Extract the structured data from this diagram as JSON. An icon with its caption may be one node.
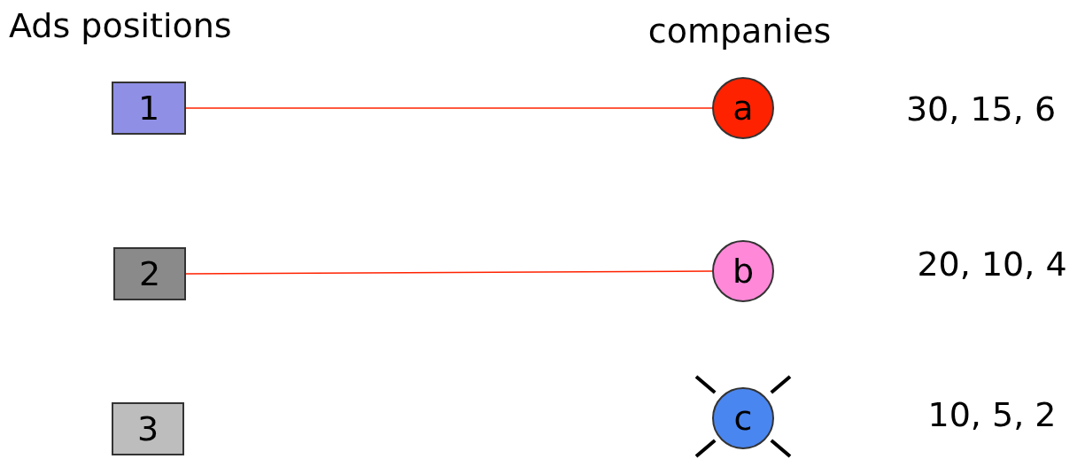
{
  "diagram": {
    "nodes": [
      {
        "text": [
          "1"
        ]
      },
      {
        "text": [
          "2"
        ]
      },
      {
        "text": [
          "3"
        ]
      },
      {
        "text": [
          "a"
        ]
      },
      {
        "text": [
          "b"
        ]
      },
      {
        "text": [
          "c"
        ]
      }
    ],
    "edges": [
      {
        "from": 0,
        "to": 3,
        "arrow": "none"
      },
      {
        "from": 1,
        "to": 4,
        "arrow": "none"
      }
    ],
    "labels": [
      "Ads positions",
      "companies",
      "30, 15, 6",
      "20, 10, 4",
      "10, 5, 2"
    ]
  }
}
